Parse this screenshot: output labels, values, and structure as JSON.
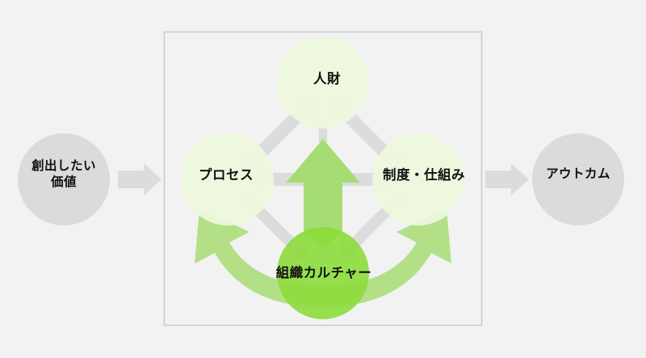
{
  "diagram": {
    "type": "value-creation-framework",
    "background_color": "#f2f2f2",
    "container": {
      "name": "organization-box",
      "border_color": "#cccccc"
    },
    "outer_nodes": [
      {
        "id": "value",
        "label": "創出したい\n価値",
        "shape": "circle",
        "fill": "#dbdbdb"
      },
      {
        "id": "outcome",
        "label": "アウトカム",
        "shape": "circle",
        "fill": "#dbdbdb"
      }
    ],
    "inner_nodes": [
      {
        "id": "talent",
        "label": "人財",
        "shape": "circle",
        "fill": "#eef8dd"
      },
      {
        "id": "process",
        "label": "プロセス",
        "shape": "circle",
        "fill": "#eef8dd"
      },
      {
        "id": "systems",
        "label": "制度・仕組み",
        "shape": "circle",
        "fill": "#eef8dd"
      },
      {
        "id": "culture",
        "label": "組織カルチャー",
        "shape": "circle",
        "fill": "#8ddb3c"
      }
    ],
    "connectors": {
      "gray_color": "#dcdcdc",
      "green_color": "#a5dd74",
      "green_curve_color": "#aadd77",
      "items": [
        {
          "name": "input-arrow",
          "from": "value",
          "to": "organization-box",
          "style": "straight",
          "color": "#dcdcdc"
        },
        {
          "name": "output-arrow",
          "from": "organization-box",
          "to": "outcome",
          "style": "straight",
          "color": "#dcdcdc"
        },
        {
          "name": "process-systems-arrow",
          "from": "process",
          "to": "systems",
          "style": "horizontal-double",
          "color": "#dcdcdc"
        },
        {
          "name": "process-talent-arrow",
          "from": "process",
          "to": "talent",
          "style": "diagonal-double",
          "color": "#dcdcdc"
        },
        {
          "name": "talent-systems-arrow",
          "from": "talent",
          "to": "systems",
          "style": "diagonal-double",
          "color": "#dcdcdc"
        },
        {
          "name": "process-culture-arrow",
          "from": "process",
          "to": "culture",
          "style": "diagonal-double",
          "color": "#dcdcdc"
        },
        {
          "name": "culture-systems-arrow",
          "from": "culture",
          "to": "systems",
          "style": "diagonal-double",
          "color": "#dcdcdc"
        },
        {
          "name": "culture-uplift-arrow",
          "from": "culture",
          "to": "talent",
          "style": "thick-up",
          "color": "#a5dd74"
        },
        {
          "name": "culture-to-process-curve",
          "from": "culture",
          "to": "process",
          "style": "curved-up-left",
          "color": "#aadd77"
        },
        {
          "name": "culture-to-systems-curve",
          "from": "culture",
          "to": "systems",
          "style": "curved-up-right",
          "color": "#aadd77"
        }
      ]
    }
  }
}
